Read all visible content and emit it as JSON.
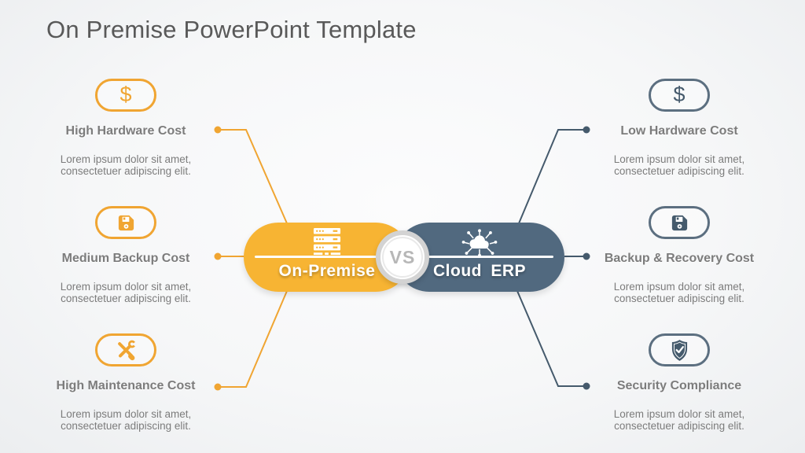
{
  "title": "On Premise PowerPoint Template",
  "center": {
    "left_pill": {
      "label": "On-Premise",
      "icon": "server-rack-icon"
    },
    "right_pill": {
      "label": "Cloud ERP",
      "icon": "cloud-network-icon"
    },
    "vs_label": "VS"
  },
  "glyphs": {
    "dollar": "$"
  },
  "features": {
    "left": [
      {
        "icon": "dollar-icon",
        "title": "High Hardware Cost",
        "desc_line1": "Lorem ipsum dolor sit amet,",
        "desc_line2": "consectetuer adipiscing elit."
      },
      {
        "icon": "floppy-disk-icon",
        "title": "Medium Backup Cost",
        "desc_line1": "Lorem ipsum dolor sit amet,",
        "desc_line2": "consectetuer adipiscing elit."
      },
      {
        "icon": "tools-icon",
        "title": "High Maintenance Cost",
        "desc_line1": "Lorem ipsum dolor sit amet,",
        "desc_line2": "consectetuer adipiscing elit."
      }
    ],
    "right": [
      {
        "icon": "dollar-icon",
        "title": "Low Hardware Cost",
        "desc_line1": "Lorem ipsum dolor sit amet,",
        "desc_line2": "consectetuer adipiscing elit."
      },
      {
        "icon": "floppy-disk-icon",
        "title": "Backup & Recovery Cost",
        "desc_line1": "Lorem ipsum dolor sit amet,",
        "desc_line2": "consectetuer adipiscing elit."
      },
      {
        "icon": "shield-check-icon",
        "title": "Security Compliance",
        "desc_line1": "Lorem ipsum dolor sit amet,",
        "desc_line2": "consectetuer adipiscing elit."
      }
    ]
  },
  "colors": {
    "accent_yellow": "#F0A532",
    "pill_yellow": "#F7B433",
    "slate_border": "#5C6F80",
    "slate_dark": "#455A6C",
    "pill_slate": "#51697F",
    "title_gray": "#595959",
    "text_gray": "#7C7C7C",
    "vs_ring": "#D3D3D3",
    "vs_text": "#B7B7B7"
  }
}
